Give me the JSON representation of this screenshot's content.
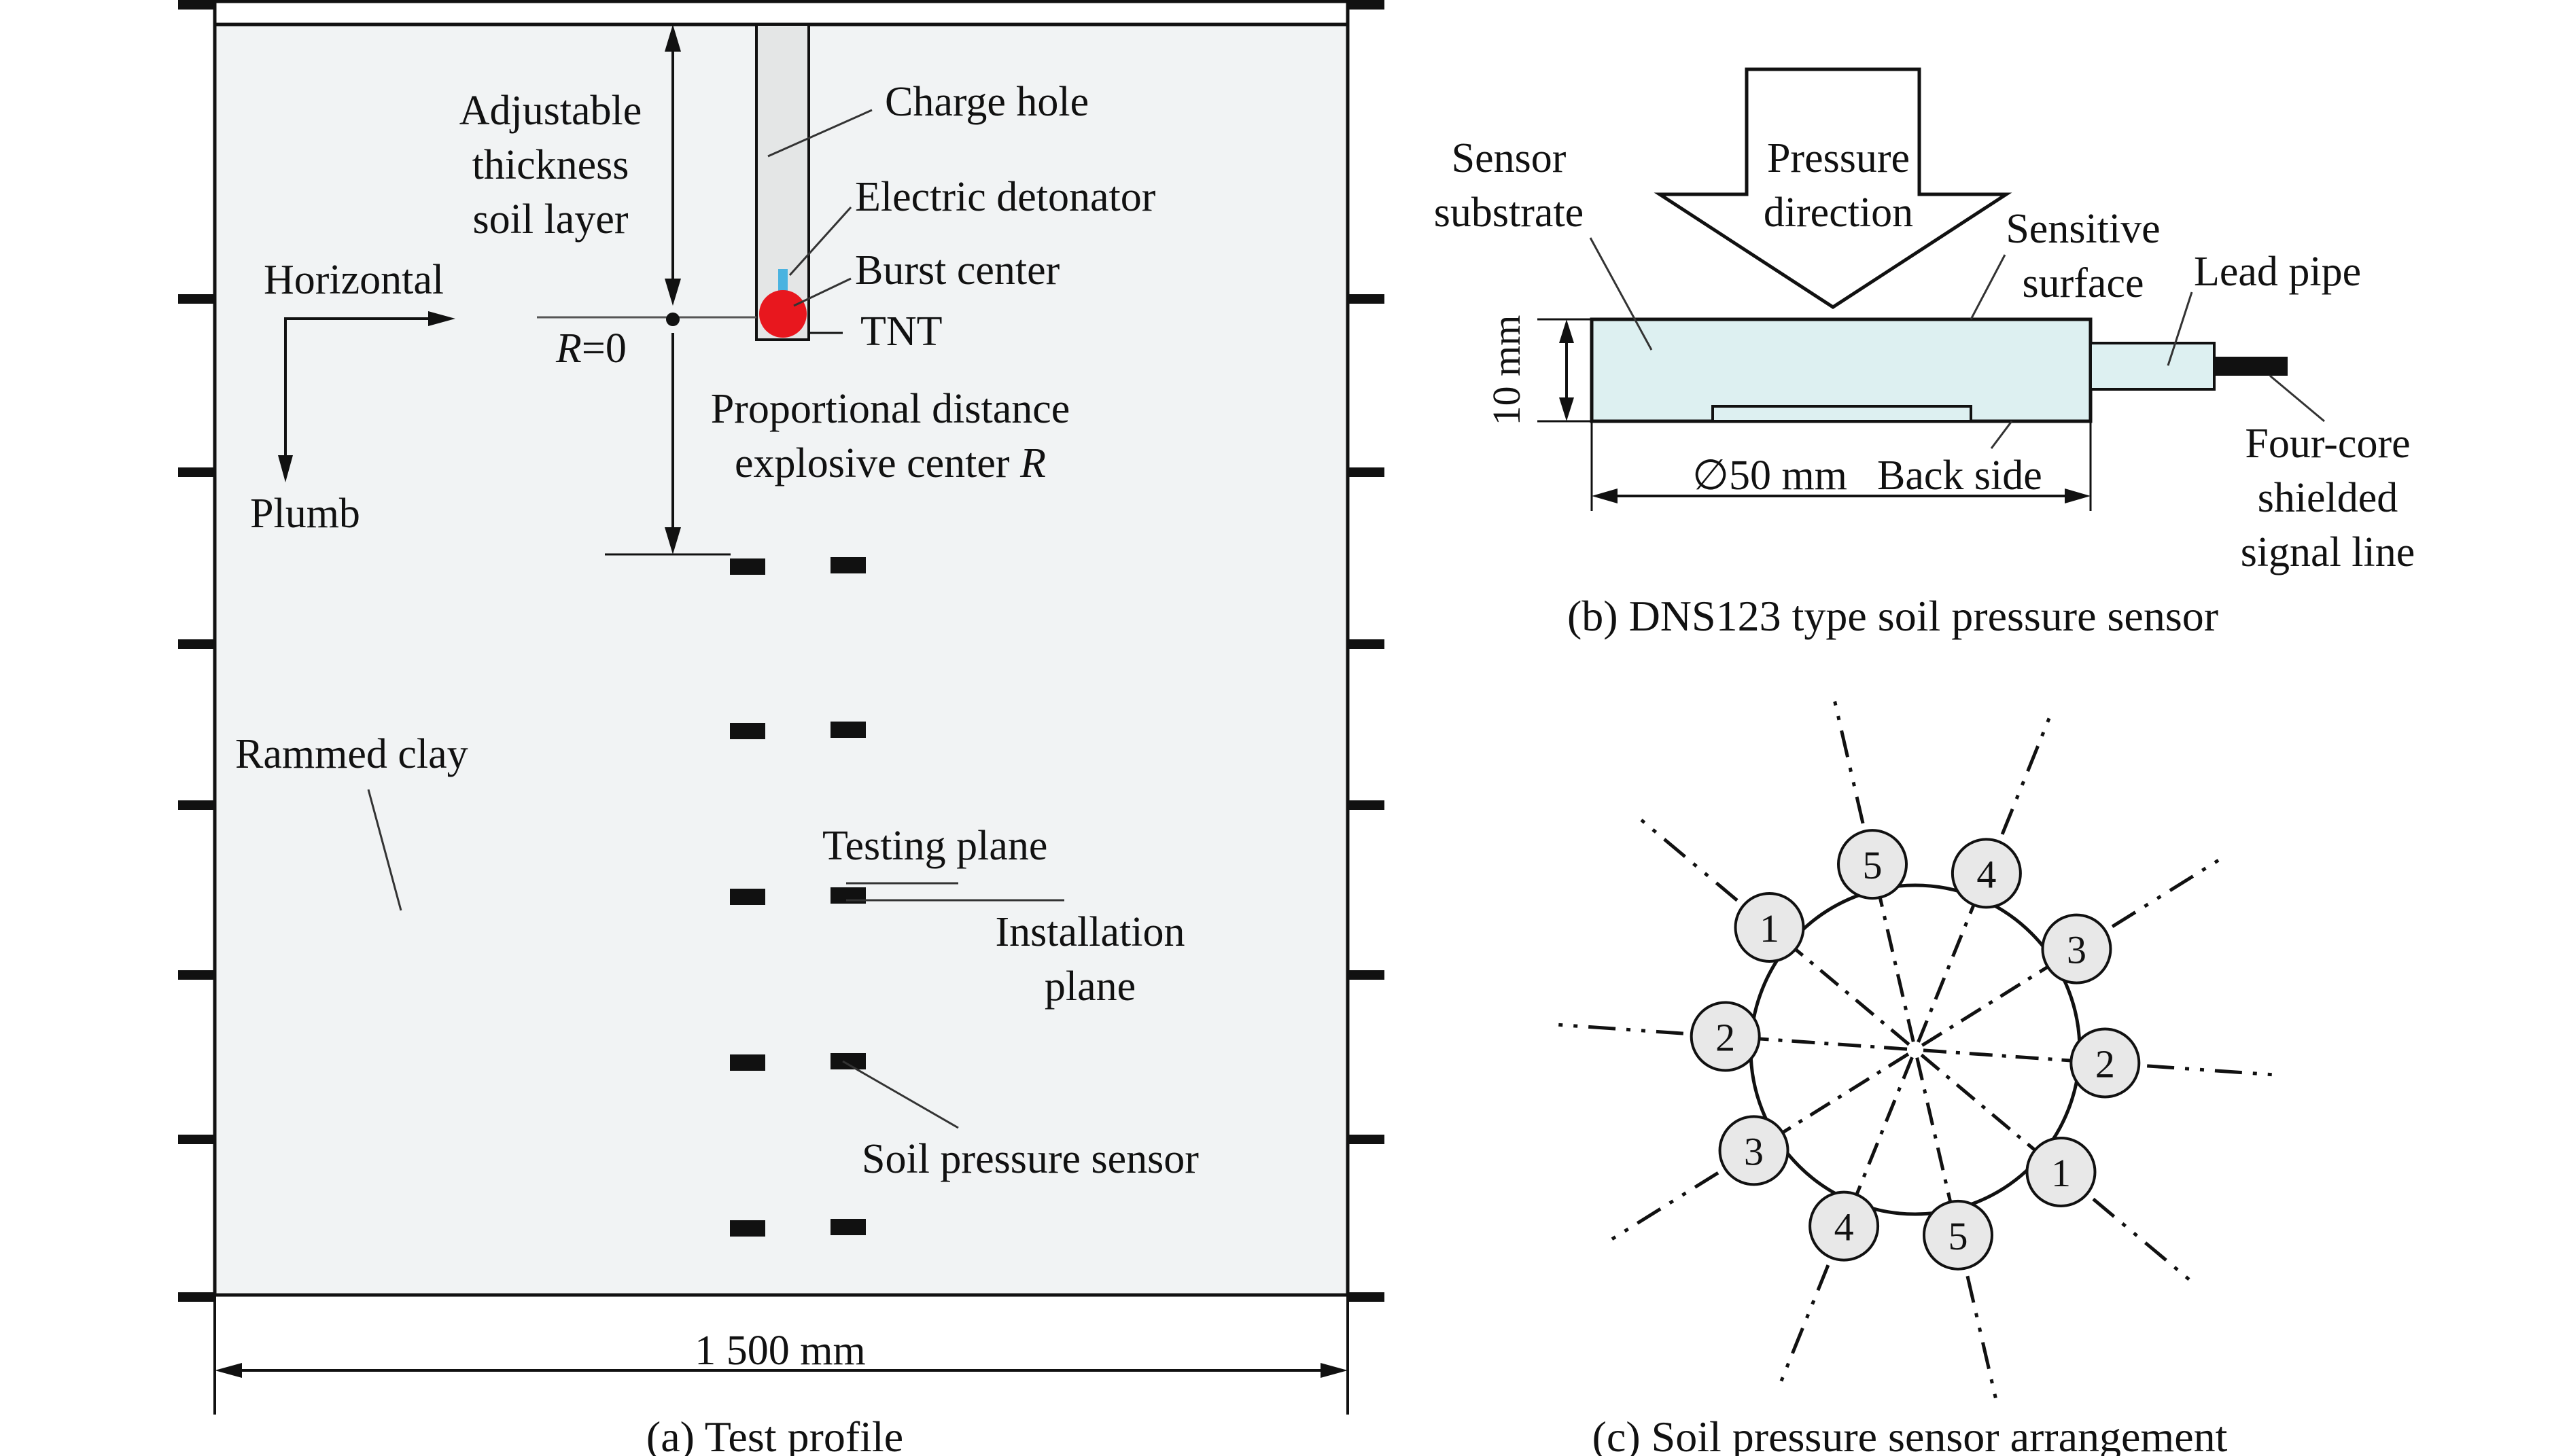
{
  "panel_a": {
    "caption": "(a) Test profile",
    "labels": {
      "charge_hole": "Charge hole",
      "adjustable_1": "Adjustable",
      "adjustable_2": "thickness",
      "adjustable_3": "soil layer",
      "electric_detonator": "Electric detonator",
      "burst_center": "Burst center",
      "horizontal": "Horizontal",
      "tnt": "TNT",
      "r_zero_var": "R",
      "r_zero_eq": "=0",
      "prop_dist_1": "Proportional distance",
      "prop_dist_2": "explosive center ",
      "prop_dist_var": "R",
      "plumb": "Plumb",
      "rammed_clay": "Rammed clay",
      "testing_plane": "Testing plane",
      "installation_1": "Installation",
      "installation_2": "plane",
      "soil_pressure_sensor": "Soil pressure sensor",
      "width": "1 500 mm"
    },
    "colors": {
      "fill": "#f1f3f4",
      "charge_hole": "#e4e6e6",
      "tnt": "#e8171e",
      "detonator": "#4ab3e0"
    }
  },
  "panel_b": {
    "caption": "(b) DNS123 type soil pressure sensor",
    "labels": {
      "sensor_1": "Sensor",
      "sensor_2": "substrate",
      "pressure_1": "Pressure",
      "pressure_2": "direction",
      "sensitive_1": "Sensitive",
      "sensitive_2": "surface",
      "lead_pipe": "Lead pipe",
      "thickness": "10 mm",
      "diameter": "∅50 mm",
      "back_side": "Back side",
      "four_core_1": "Four-core",
      "four_core_2": "shielded",
      "four_core_3": "signal line"
    },
    "colors": {
      "body": "#ddf0f1"
    }
  },
  "panel_c": {
    "caption": "(c) Soil pressure sensor arrangement",
    "sensor_numbers": [
      "5",
      "4",
      "3",
      "2",
      "1",
      "5",
      "4",
      "3",
      "2",
      "1"
    ],
    "colors": {
      "node": "#e8e8e8"
    }
  }
}
